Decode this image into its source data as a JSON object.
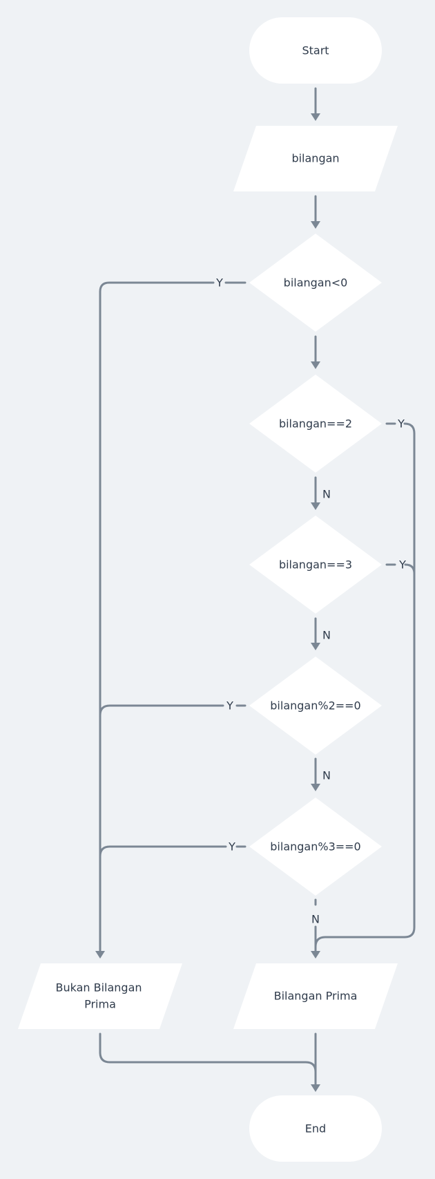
{
  "colors": {
    "background": "#eff2f5",
    "node_fill": "#ffffff",
    "connector": "#7b8794",
    "text": "#2f3b4b"
  },
  "nodes": {
    "start": "Start",
    "input": "bilangan",
    "check_negative": "bilangan<0",
    "check_two": "bilangan==2",
    "check_three": "bilangan==3",
    "check_mod2": "bilangan%2==0",
    "check_mod3": "bilangan%3==0",
    "not_prime": [
      "Bukan Bilangan",
      "Prima"
    ],
    "prime": "Bilangan Prima",
    "end": "End"
  },
  "edge_labels": {
    "yes": "Y",
    "no": "N"
  }
}
